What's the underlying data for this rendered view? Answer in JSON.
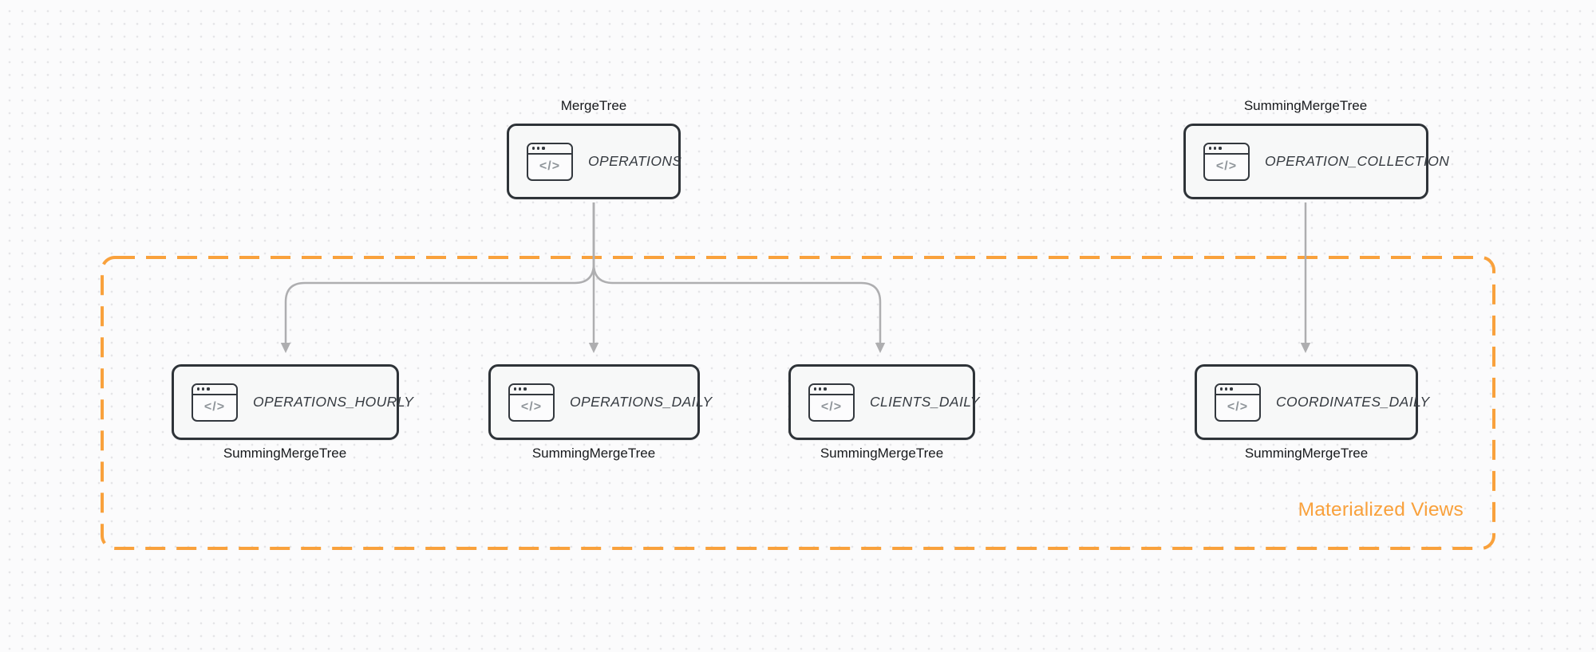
{
  "diagram": {
    "type": "database-table-flow",
    "group": {
      "label": "Materialized Views",
      "border_style": "dashed",
      "accent_color": "#f9a13c"
    },
    "icon": {
      "name": "code-window-icon",
      "glyph": "</>"
    },
    "colors": {
      "background": "#fbfbfc",
      "dot_grid": "#e5e5e8",
      "node_fill": "#f7f8f8",
      "node_border": "#2e3338",
      "node_text": "#363b41",
      "engine_text": "#17191c",
      "arrow": "#aeaeb0",
      "accent_orange": "#f9a13c"
    },
    "nodes": [
      {
        "id": "operations",
        "name": "OPERATIONS",
        "engine": "MergeTree",
        "engine_position": "above",
        "in_group": false
      },
      {
        "id": "operation-collection",
        "name": "OPERATION_COLLECTION",
        "engine": "SummingMergeTree",
        "engine_position": "above",
        "in_group": false
      },
      {
        "id": "operations-hourly",
        "name": "OPERATIONS_HOURLY",
        "engine": "SummingMergeTree",
        "engine_position": "below",
        "in_group": true
      },
      {
        "id": "operations-daily",
        "name": "OPERATIONS_DAILY",
        "engine": "SummingMergeTree",
        "engine_position": "below",
        "in_group": true
      },
      {
        "id": "clients-daily",
        "name": "CLIENTS_DAILY",
        "engine": "SummingMergeTree",
        "engine_position": "below",
        "in_group": true
      },
      {
        "id": "coordinates-daily",
        "name": "COORDINATES_DAILY",
        "engine": "SummingMergeTree",
        "engine_position": "below",
        "in_group": true
      }
    ],
    "edges": [
      {
        "from": "operations",
        "to": "operations-hourly"
      },
      {
        "from": "operations",
        "to": "operations-daily"
      },
      {
        "from": "operations",
        "to": "clients-daily"
      },
      {
        "from": "operation-collection",
        "to": "coordinates-daily"
      }
    ]
  }
}
